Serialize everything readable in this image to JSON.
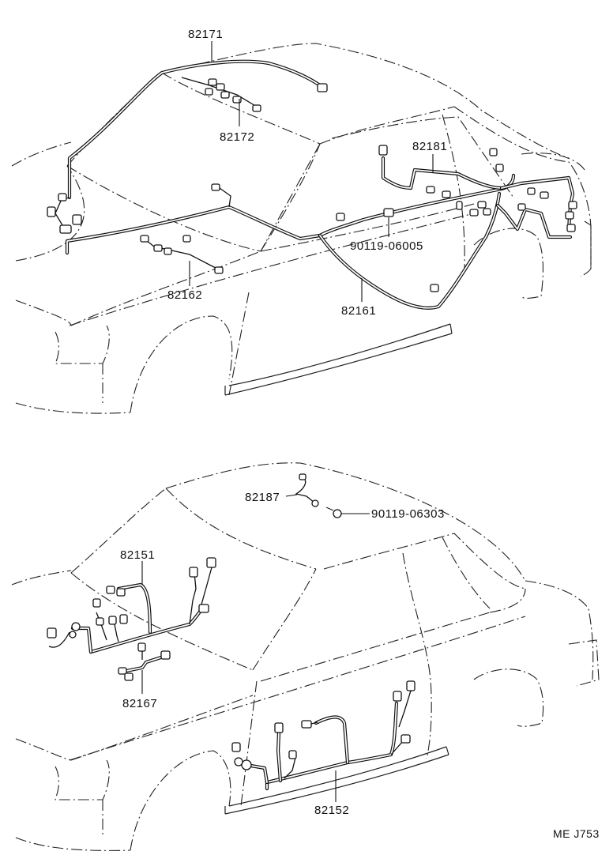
{
  "diagram": {
    "upper_view": {
      "parts": [
        {
          "number": "82171"
        },
        {
          "number": "82172"
        },
        {
          "number": "82181"
        },
        {
          "number": "90119-06005"
        },
        {
          "number": "82161"
        },
        {
          "number": "82162"
        }
      ]
    },
    "lower_view": {
      "parts": [
        {
          "number": "82187"
        },
        {
          "number": "90119-06303"
        },
        {
          "number": "82151"
        },
        {
          "number": "82167"
        },
        {
          "number": "82152"
        }
      ]
    },
    "figure_code": "ME J753"
  }
}
